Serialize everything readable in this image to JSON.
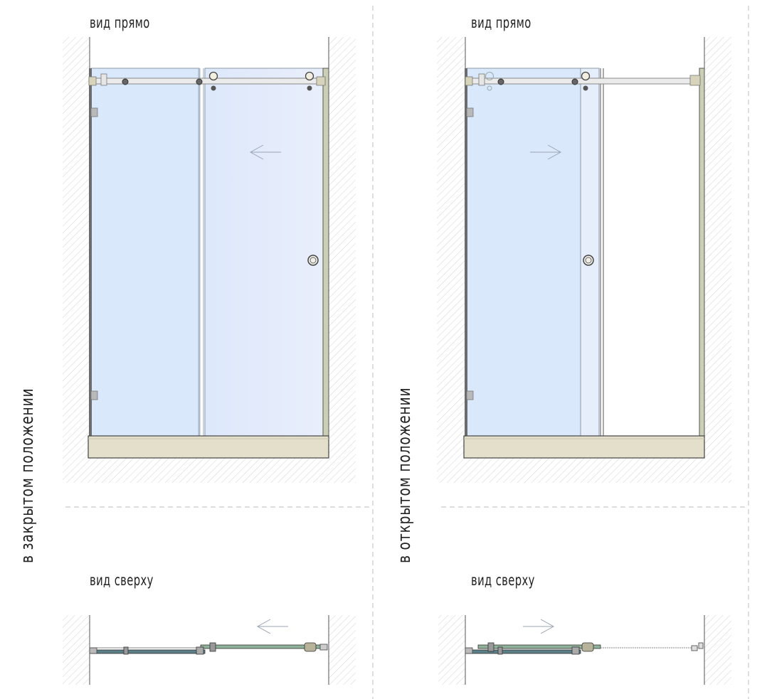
{
  "labels": {
    "front_view_left": "вид прямо",
    "front_view_right": "вид прямо",
    "top_view_left": "вид сверху",
    "top_view_right": "вид сверху",
    "closed_position": "в закрытом положении",
    "open_position": "в открытом положении"
  },
  "colors": {
    "glass_fixed": "#d9e8fb",
    "glass_door": "#e6edfb",
    "tray": "#e3dfcb",
    "wall_hatch": "#d4d4d4",
    "frame": "#444444",
    "rail": "#b9b9b9"
  }
}
